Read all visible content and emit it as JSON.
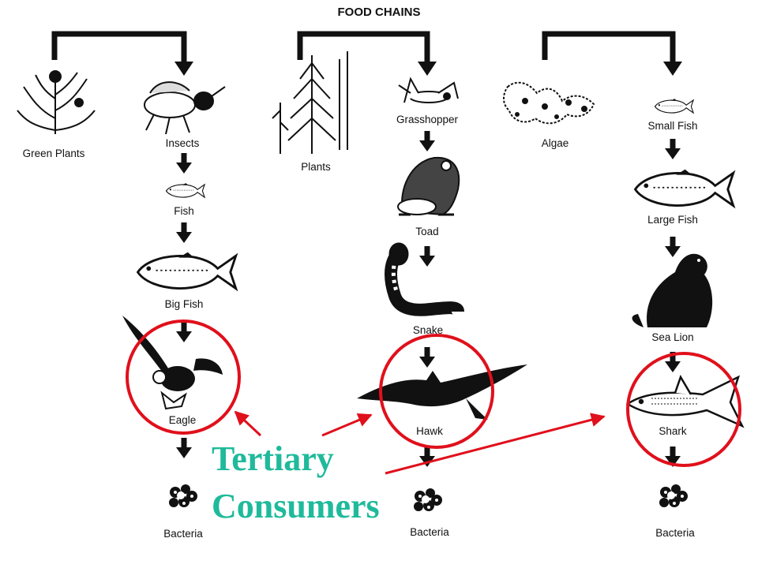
{
  "title": "FOOD CHAINS",
  "chains": [
    {
      "producer": "Green Plants",
      "consumers": [
        "Insects",
        "Fish",
        "Big Fish",
        "Eagle"
      ],
      "decomposer": "Bacteria"
    },
    {
      "producer": "Plants",
      "consumers": [
        "Grasshopper",
        "Toad",
        "Snake",
        "Hawk"
      ],
      "decomposer": "Bacteria"
    },
    {
      "producer": "Algae",
      "consumers": [
        "Small Fish",
        "Large Fish",
        "Sea Lion",
        "Shark"
      ],
      "decomposer": "Bacteria"
    }
  ],
  "overlay": {
    "line1": "Tertiary",
    "line2": "Consumers",
    "text_color": "#1fba9b",
    "highlight_color": "#e0101c"
  }
}
